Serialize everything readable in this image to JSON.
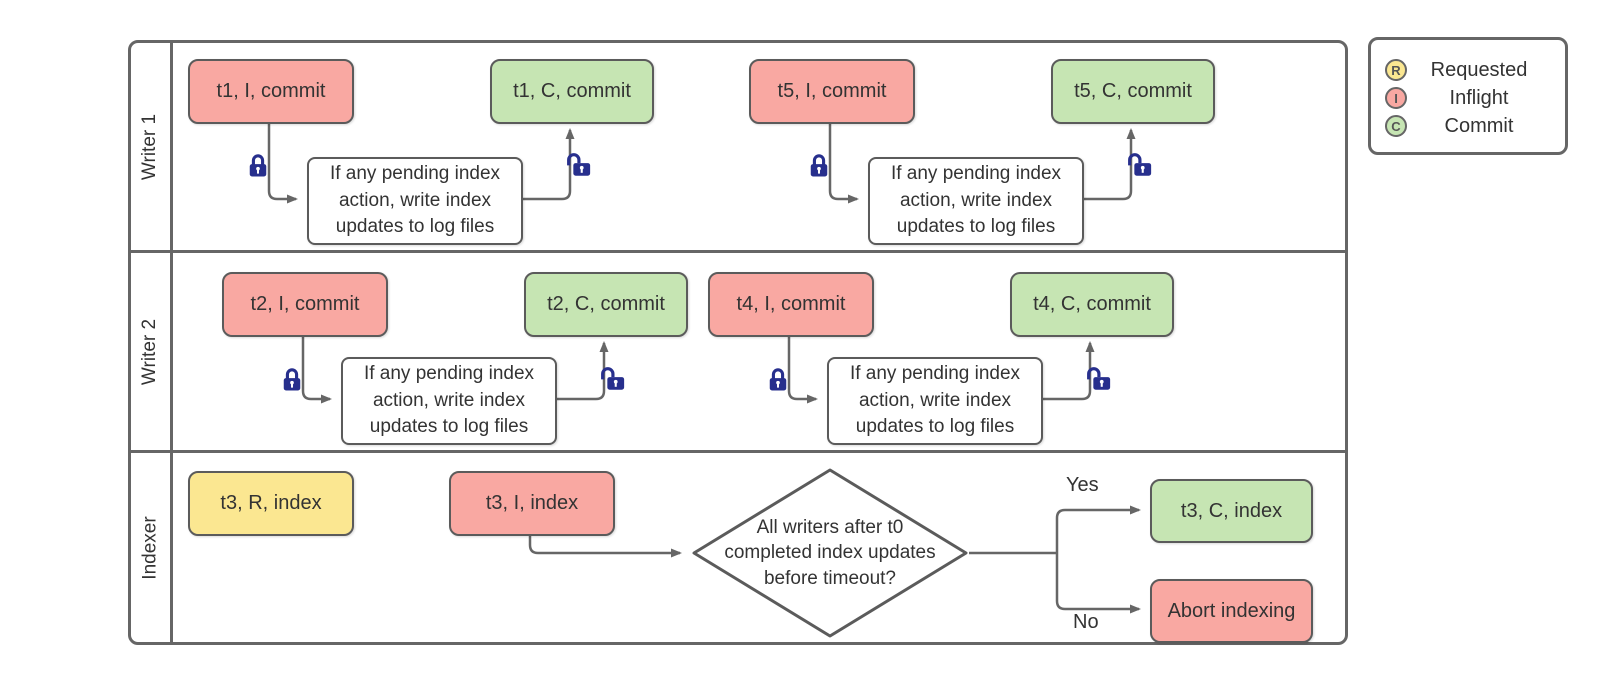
{
  "lanes": [
    {
      "label": "Writer 1"
    },
    {
      "label": "Writer 2"
    },
    {
      "label": "Indexer"
    }
  ],
  "nodes": {
    "t1_inflight": {
      "label": "t1, I, commit"
    },
    "t1_commit": {
      "label": "t1, C, commit"
    },
    "t5_inflight": {
      "label": "t5, I, commit"
    },
    "t5_commit": {
      "label": "t5, C, commit"
    },
    "t2_inflight": {
      "label": "t2, I, commit"
    },
    "t2_commit": {
      "label": "t2, C, commit"
    },
    "t4_inflight": {
      "label": "t4, I, commit"
    },
    "t4_commit": {
      "label": "t4, C, commit"
    },
    "t3_requested": {
      "label": "t3, R, index"
    },
    "t3_inflight": {
      "label": "t3, I, index"
    },
    "t3_commit": {
      "label": "t3, C, index"
    },
    "abort": {
      "label": "Abort indexing"
    }
  },
  "process": {
    "text": "If any pending index\naction, write index\nupdates to log files"
  },
  "decision": {
    "text": "All writers after t0\ncompleted index updates\nbefore timeout?"
  },
  "edge_labels": {
    "yes": "Yes",
    "no": "No"
  },
  "legend": {
    "items": [
      {
        "letter": "R",
        "label": "Requested"
      },
      {
        "letter": "I",
        "label": "Inflight"
      },
      {
        "letter": "C",
        "label": "Commit"
      }
    ]
  },
  "colors": {
    "requested": "#fbe791",
    "inflight": "#f9a8a2",
    "commit": "#c6e5b3",
    "lock": "#272f8d",
    "shape_stroke": "#5b5b5b",
    "frame_stroke": "#666666",
    "text": "#333333"
  }
}
